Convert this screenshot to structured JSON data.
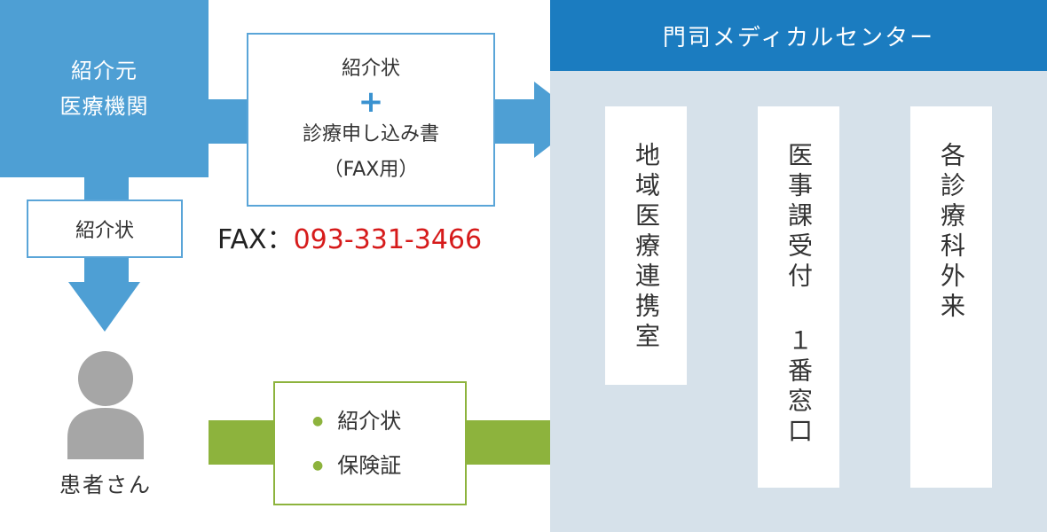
{
  "referrer": {
    "line1": "紹介元",
    "line2": "医療機関"
  },
  "referral_letter_label": "紹介状",
  "documents": {
    "line1": "紹介状",
    "plus": "+",
    "line2": "診療申し込み書",
    "line3": "（FAX用）"
  },
  "fax": {
    "label": "FAX：",
    "number": "093-331-3466"
  },
  "center": {
    "title": "門司メディカルセンター",
    "departments": [
      "地域医療連携室",
      "医事課受付 １番窓口",
      "各診療科外来"
    ]
  },
  "patient": {
    "label": "患者さん",
    "items": [
      "紹介状",
      "保険証"
    ]
  },
  "colors": {
    "blue": "#4e9fd4",
    "dark_blue": "#1b7cc0",
    "green": "#8db33d",
    "red": "#d61b1b",
    "panel": "#d6e1ea",
    "person": "#a6a6a6"
  }
}
